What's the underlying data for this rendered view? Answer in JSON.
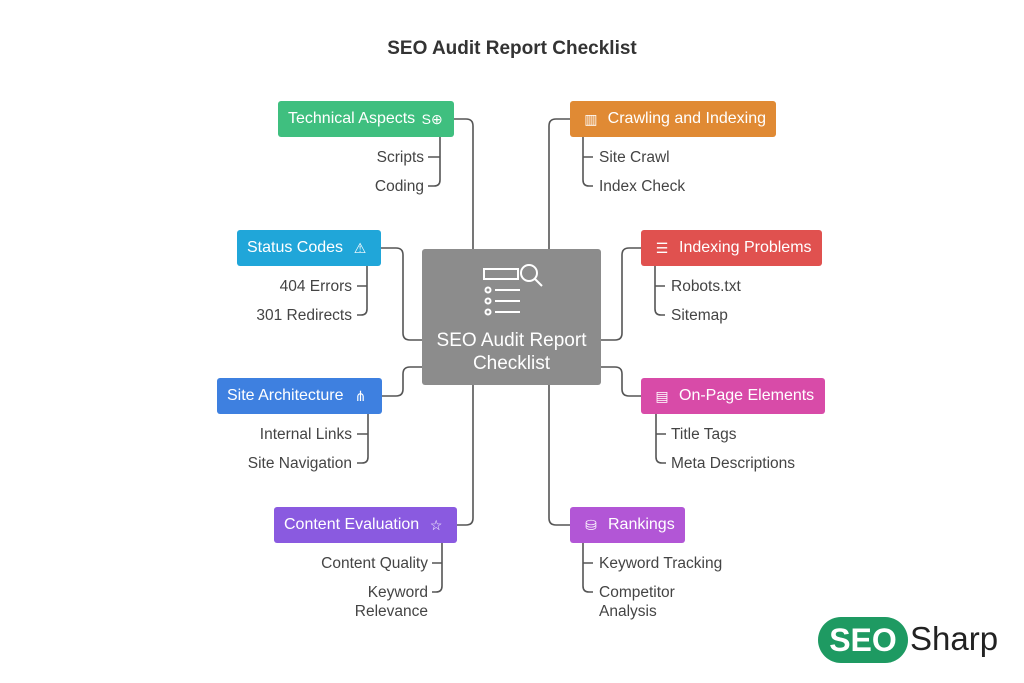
{
  "title": "SEO Audit Report Checklist",
  "center": {
    "label_line1": "SEO Audit Report",
    "label_line2": "Checklist",
    "icon": "checklist-search-icon"
  },
  "colors": {
    "technical": "#3fbf7f",
    "status": "#20a6d9",
    "architecture": "#3e80e0",
    "content": "#8a5ae0",
    "crawling": "#e08a34",
    "indexing": "#e0514f",
    "onpage": "#d84ba8",
    "rankings": "#b256d6",
    "center": "#8c8c8c",
    "logo": "#1e9a62"
  },
  "nodes": {
    "technical": {
      "label": "Technical Aspects",
      "icon": "seo-globe-icon",
      "children": [
        "Scripts",
        "Coding"
      ]
    },
    "status": {
      "label": "Status Codes",
      "icon": "code-warning-icon",
      "children": [
        "404 Errors",
        "301 Redirects"
      ]
    },
    "architecture": {
      "label": "Site Architecture",
      "icon": "hierarchy-icon",
      "children": [
        "Internal Links",
        "Site Navigation"
      ]
    },
    "content": {
      "label": "Content Evaluation",
      "icon": "clipboard-star-icon",
      "children": [
        "Content Quality",
        "Keyword Relevance"
      ]
    },
    "crawling": {
      "label": "Crawling and Indexing",
      "icon": "map-search-icon",
      "children": [
        "Site Crawl",
        "Index Check"
      ]
    },
    "indexing": {
      "label": "Indexing Problems",
      "icon": "list-search-icon",
      "children": [
        "Robots.txt",
        "Sitemap"
      ]
    },
    "onpage": {
      "label": "On-Page Elements",
      "icon": "layout-icon",
      "children": [
        "Title Tags",
        "Meta Descriptions"
      ]
    },
    "rankings": {
      "label": "Rankings",
      "icon": "database-search-icon",
      "children": [
        "Keyword Tracking",
        "Competitor Analysis"
      ]
    }
  },
  "logo": {
    "part1": "SEO",
    "part2": "Sharp"
  }
}
